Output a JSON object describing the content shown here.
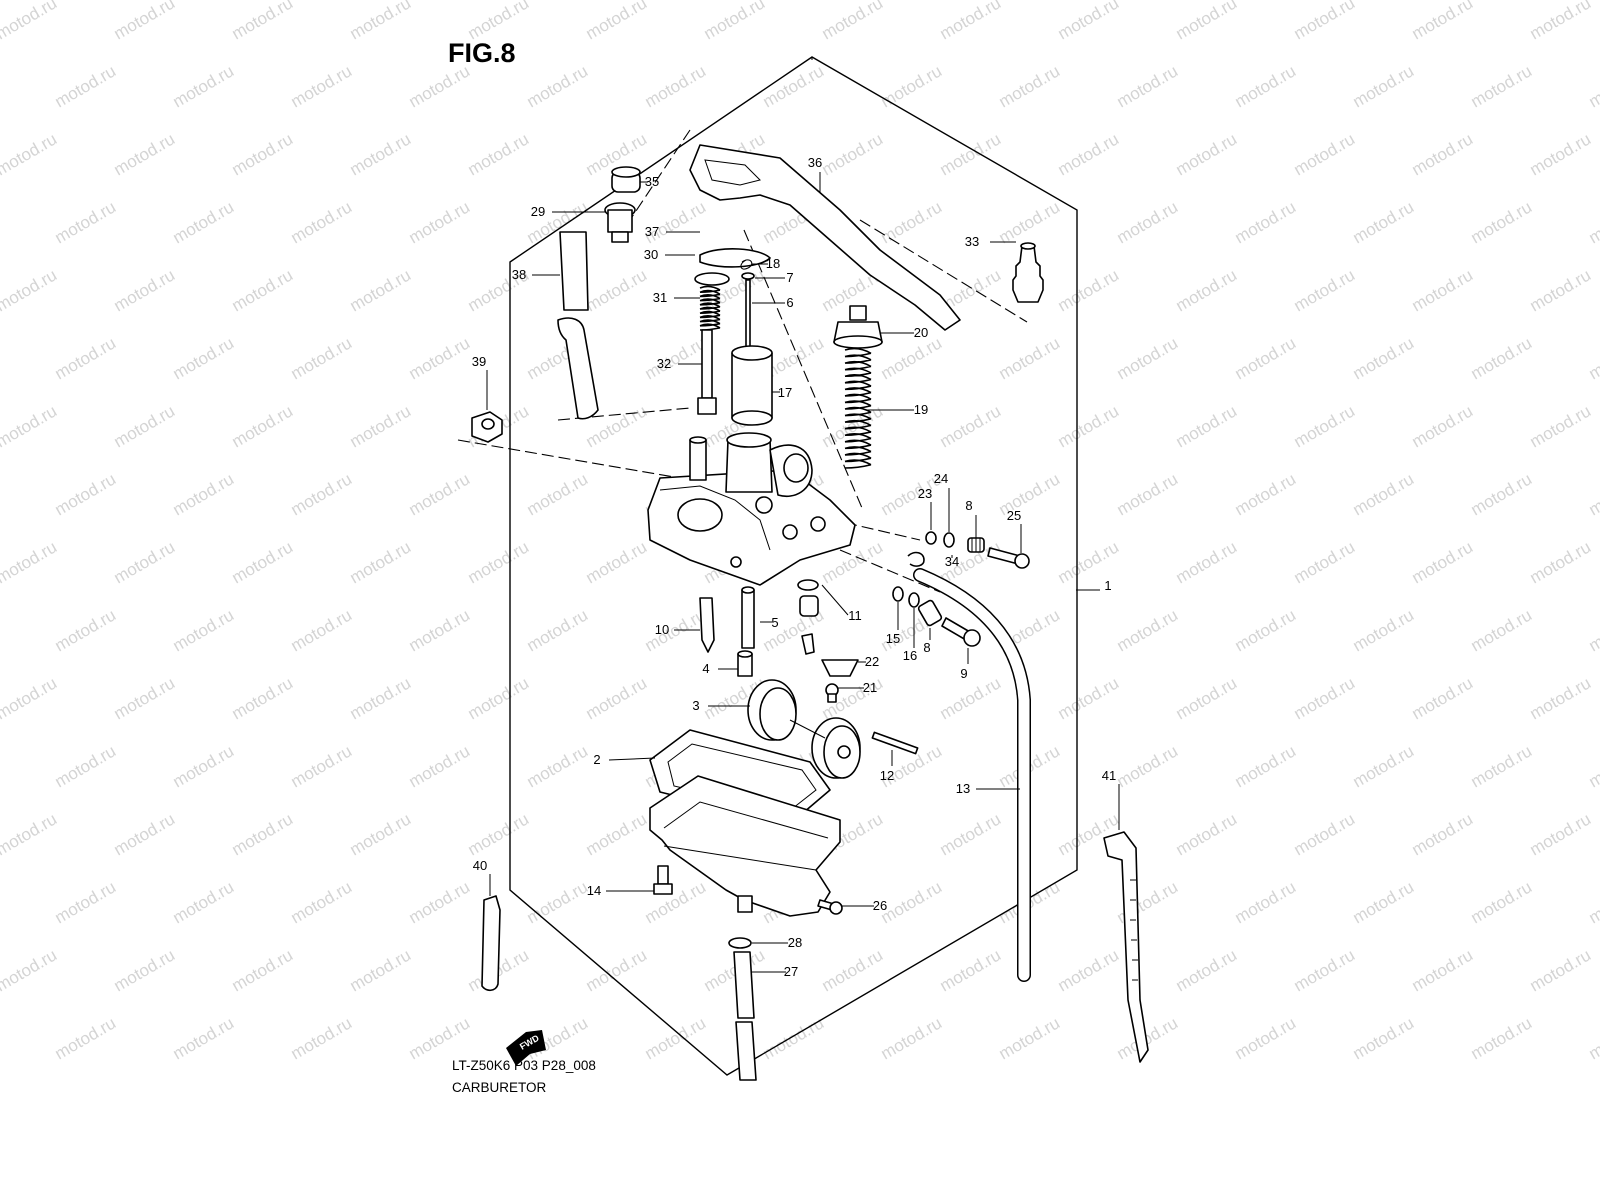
{
  "figure": {
    "title": "FIG.8",
    "code": "LT-Z50K6 P03 P28_008",
    "name": "CARBURETOR"
  },
  "watermark": {
    "text": "motod.ru",
    "color": "#d4d4d4"
  },
  "fwd_badge": {
    "text": "FWD"
  },
  "callouts": [
    "1",
    "2",
    "3",
    "4",
    "5",
    "6",
    "7",
    "8",
    "8",
    "9",
    "10",
    "11",
    "12",
    "13",
    "14",
    "15",
    "16",
    "17",
    "18",
    "19",
    "20",
    "21",
    "22",
    "23",
    "24",
    "25",
    "26",
    "27",
    "28",
    "29",
    "30",
    "31",
    "32",
    "33",
    "34",
    "35",
    "36",
    "37",
    "38",
    "39",
    "40",
    "41"
  ],
  "colors": {
    "line": "#000000",
    "background": "#ffffff"
  }
}
